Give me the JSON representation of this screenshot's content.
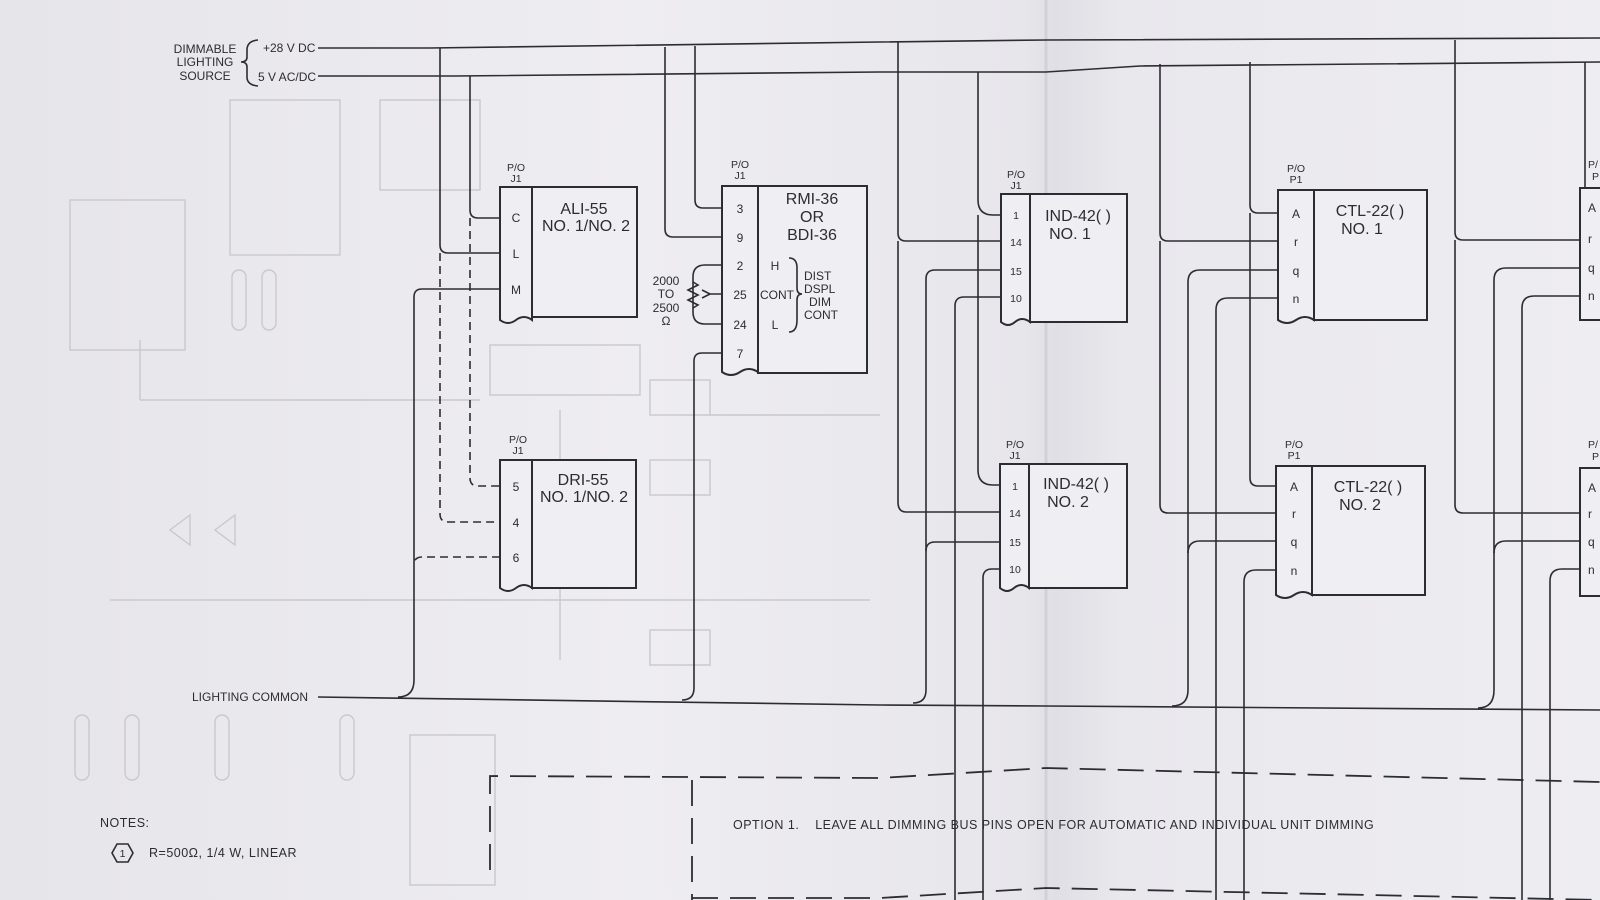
{
  "source": {
    "label_lines": [
      "DIMMABLE",
      "LIGHTING",
      "SOURCE"
    ],
    "v28": "+28 V DC",
    "v5": "5 V AC/DC"
  },
  "common_label": "LIGHTING COMMON",
  "pot": {
    "lines": [
      "2000",
      "TO",
      "2500",
      "Ω"
    ]
  },
  "units": {
    "ali": {
      "po_top": "P/O",
      "po_bot": "J1",
      "name": "ALI-55",
      "sub": "NO. 1/NO. 2",
      "pins": [
        "C",
        "L",
        "M"
      ]
    },
    "dri": {
      "po_top": "P/O",
      "po_bot": "J1",
      "name": "DRI-55",
      "sub": "NO. 1/NO. 2",
      "pins": [
        "5",
        "4",
        "6"
      ]
    },
    "rmi": {
      "po_top": "P/O",
      "po_bot": "J1",
      "name": "RMI-36",
      "sub": "OR",
      "sub2": "BDI-36",
      "pins": [
        "3",
        "9",
        "2",
        "25",
        "24",
        "7"
      ],
      "inner": [
        "H",
        "CONT",
        "L"
      ],
      "func": [
        "DIST",
        "DSPL",
        "DIM",
        "CONT"
      ]
    },
    "ind1": {
      "po_top": "P/O",
      "po_bot": "J1",
      "name": "IND-42( )",
      "sub": "NO. 1",
      "pins": [
        "1",
        "14",
        "15",
        "10"
      ]
    },
    "ind2": {
      "po_top": "P/O",
      "po_bot": "J1",
      "name": "IND-42( )",
      "sub": "NO. 2",
      "pins": [
        "1",
        "14",
        "15",
        "10"
      ]
    },
    "ctl1": {
      "po_top": "P/O",
      "po_bot": "P1",
      "name": "CTL-22(  )",
      "sub": "NO. 1",
      "pins": [
        "A",
        "r",
        "q",
        "n"
      ]
    },
    "ctl2": {
      "po_top": "P/O",
      "po_bot": "P1",
      "name": "CTL-22(  )",
      "sub": "NO. 2",
      "pins": [
        "A",
        "r",
        "q",
        "n"
      ]
    },
    "edge1": {
      "po_top": "P/",
      "po_bot": "P",
      "pins": [
        "A",
        "r",
        "q",
        "n"
      ]
    },
    "edge2": {
      "po_top": "P/",
      "po_bot": "P",
      "pins": [
        "A",
        "r",
        "q",
        "n"
      ]
    }
  },
  "notes": {
    "title": "NOTES:",
    "n1_marker": "1",
    "n1_text": "R=500Ω, 1/4 W, LINEAR"
  },
  "option1": "OPTION 1.    LEAVE ALL DIMMING BUS PINS OPEN FOR AUTOMATIC AND INDIVIDUAL UNIT DIMMING"
}
